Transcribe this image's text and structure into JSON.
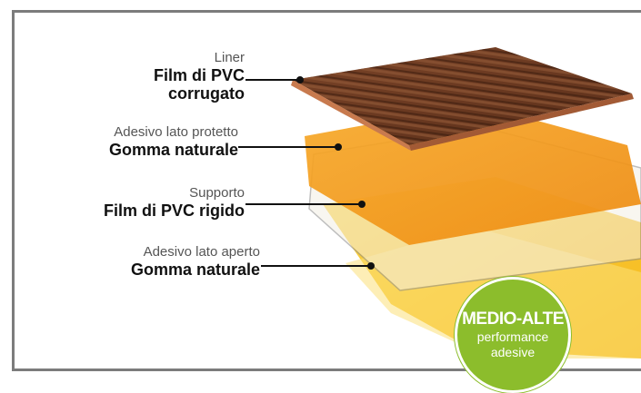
{
  "layers": [
    {
      "subtitle": "Liner",
      "title_line1": "Film di PVC",
      "title_line2": "corrugato"
    },
    {
      "subtitle": "Adesivo lato protetto",
      "title_line1": "Gomma naturale"
    },
    {
      "subtitle": "Supporto",
      "title_line1": "Film di PVC rigido"
    },
    {
      "subtitle": "Adesivo lato aperto",
      "title_line1": "Gomma naturale"
    }
  ],
  "badge": {
    "title": "MEDIO-ALTE",
    "line2": "performance",
    "line3": "adesive"
  },
  "colors": {
    "frame": "#7c7c7c",
    "liner": "#6b3a22",
    "adhesive_protected": "#f39a1b",
    "support": "#e8e8e8",
    "adhesive_open": "#f7c21e",
    "badge": "#8cbd2c"
  }
}
